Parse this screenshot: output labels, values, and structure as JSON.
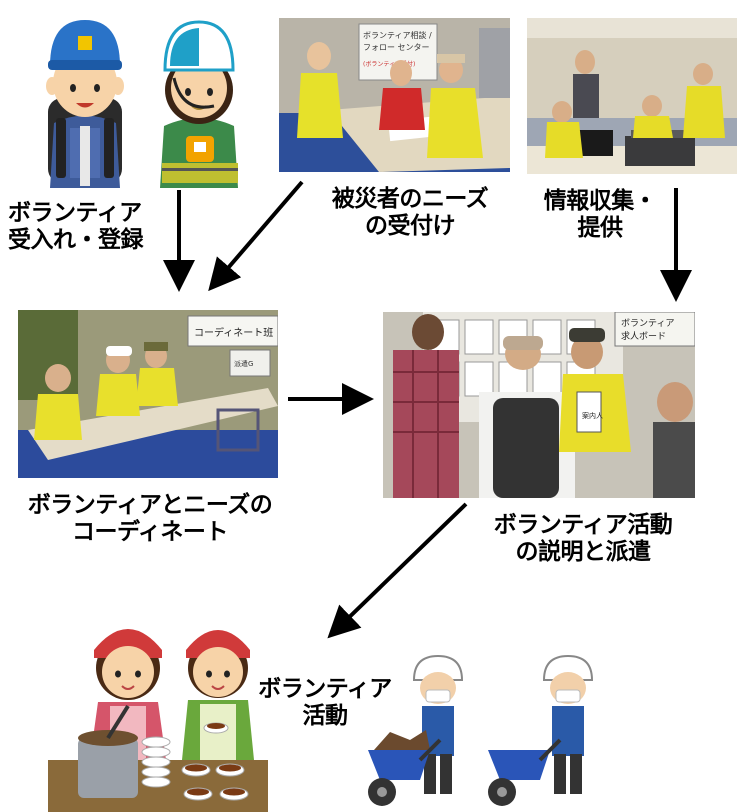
{
  "steps": {
    "registration": {
      "lines": [
        "ボランティア",
        "受入れ・登録"
      ]
    },
    "needs_intake": {
      "lines": [
        "被災者のニーズ",
        "の受付け"
      ]
    },
    "info": {
      "lines": [
        "情報収集・",
        "提供"
      ]
    },
    "coordinate": {
      "lines": [
        "ボランティアとニーズの",
        "コーディネート"
      ]
    },
    "dispatch": {
      "lines": [
        "ボランティア活動",
        "の説明と派遣"
      ]
    },
    "activity": {
      "lines": [
        "ボランティア",
        "活動"
      ]
    }
  },
  "photo_signs": {
    "needs_desk_sign": [
      "ボランティア相談 /",
      "フォロー センター"
    ],
    "needs_desk_small": "(ボランティア受付)",
    "coordinate_sign": "コーディネート班",
    "coordinate_small": "派遣G",
    "dispatch_board": [
      "ボランティア",
      "求人ボード"
    ],
    "dispatch_vest": "案内人"
  },
  "icons": [
    "volunteer-man-helmet-icon",
    "volunteer-woman-helmet-icon",
    "cooking-women-icon",
    "wheelbarrow-worker-icon"
  ]
}
